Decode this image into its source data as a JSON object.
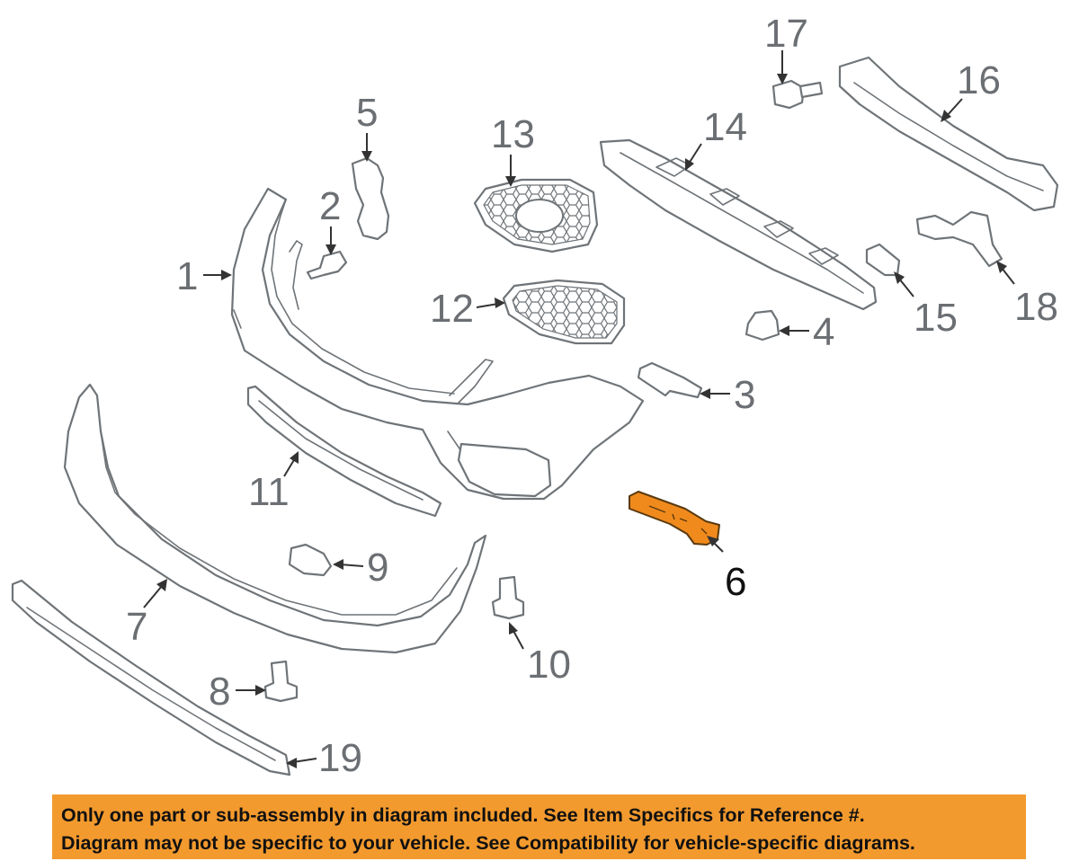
{
  "diagram": {
    "highlighted_part": "6",
    "callouts": [
      "1",
      "2",
      "3",
      "4",
      "5",
      "6",
      "7",
      "8",
      "9",
      "10",
      "11",
      "12",
      "13",
      "14",
      "15",
      "16",
      "17",
      "18",
      "19"
    ],
    "colors": {
      "highlight": "#f08a1c",
      "banner": "#f39a2e",
      "line_art": "#6f7478"
    }
  },
  "disclaimer": {
    "line1": "Only one part or sub-assembly in diagram included. See Item Specifics for Reference #.",
    "line2": "Diagram may not be specific to your vehicle. See Compatibility for vehicle-specific diagrams."
  }
}
